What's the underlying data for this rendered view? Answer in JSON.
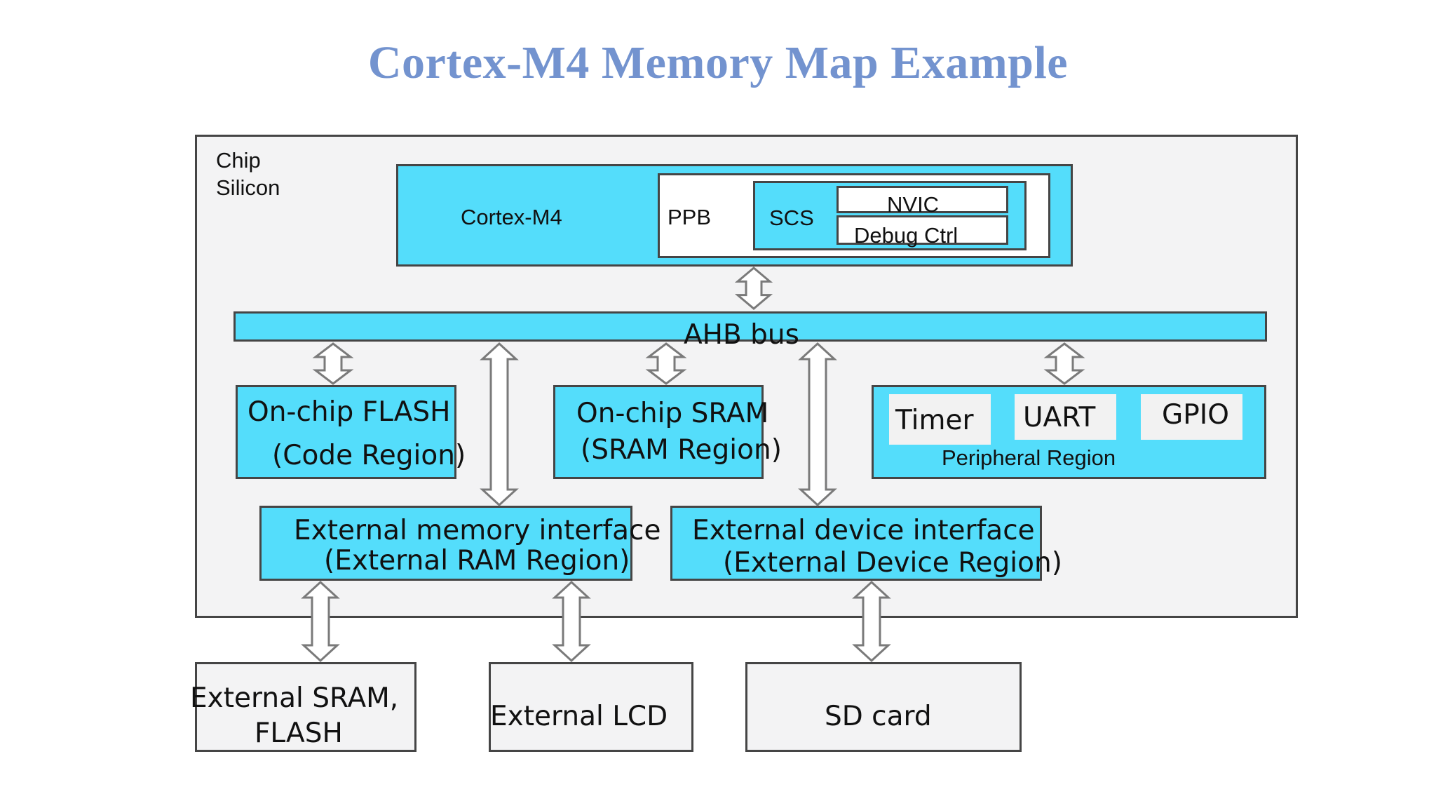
{
  "title": "Cortex-M4 Memory Map Example",
  "chip": {
    "label_line1": "Chip",
    "label_line2": "Silicon"
  },
  "core": {
    "cortex_label": "Cortex-M4",
    "ppb_label": "PPB",
    "scs_label": "SCS",
    "nvic_label": "NVIC",
    "debug_label": "Debug Ctrl"
  },
  "bus": {
    "label": "AHB bus"
  },
  "flash": {
    "line1": "On-chip FLASH",
    "line2": "(Code Region)"
  },
  "sram": {
    "line1": "On-chip SRAM",
    "line2": "(SRAM Region)"
  },
  "peripheral": {
    "timer": "Timer",
    "uart": "UART",
    "gpio": "GPIO",
    "region": "Peripheral Region"
  },
  "ext_mem": {
    "line1": "External memory interface",
    "line2": "(External RAM Region)"
  },
  "ext_dev": {
    "line1": "External device interface",
    "line2": "(External Device Region)"
  },
  "devices": {
    "sram_flash_line1": "External SRAM,",
    "sram_flash_line2": "FLASH",
    "lcd": "External LCD",
    "sd": "SD card"
  },
  "colors": {
    "block": "#54ddfb",
    "title": "#7393cf",
    "chip": "#f3f3f4"
  }
}
